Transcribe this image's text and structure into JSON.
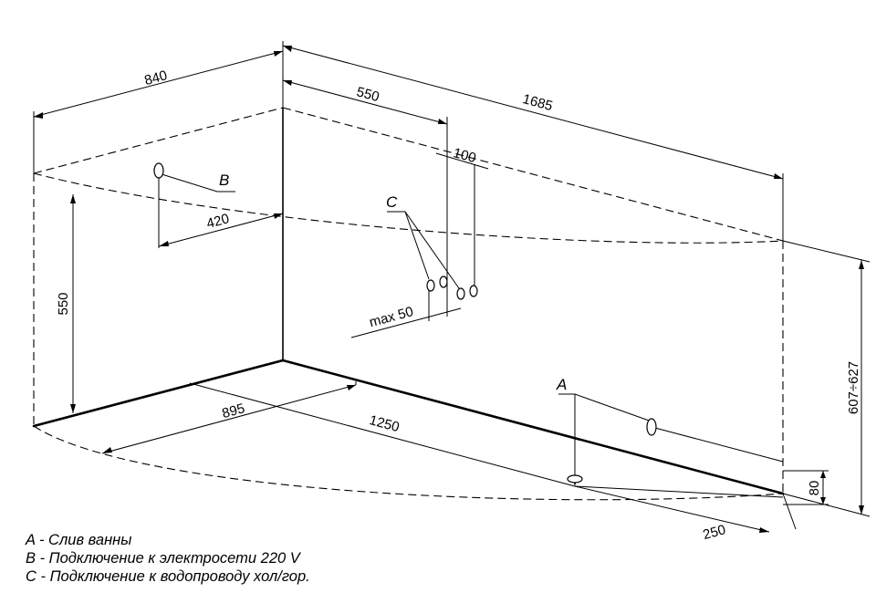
{
  "dimensions": {
    "d840": "840",
    "d550_top": "550",
    "d1685": "1685",
    "d100": "100",
    "d420": "420",
    "d550_left": "550",
    "d_max50": "max 50",
    "d895": "895",
    "d1250": "1250",
    "d_height": "607÷627",
    "d80": "80",
    "d250": "250"
  },
  "markers": {
    "a": "A",
    "b": "B",
    "c": "C"
  },
  "legend": [
    "A - Слив ванны",
    "B - Подключение к электросети 220 V",
    "C - Подключение к водопроводу хол/гор."
  ]
}
